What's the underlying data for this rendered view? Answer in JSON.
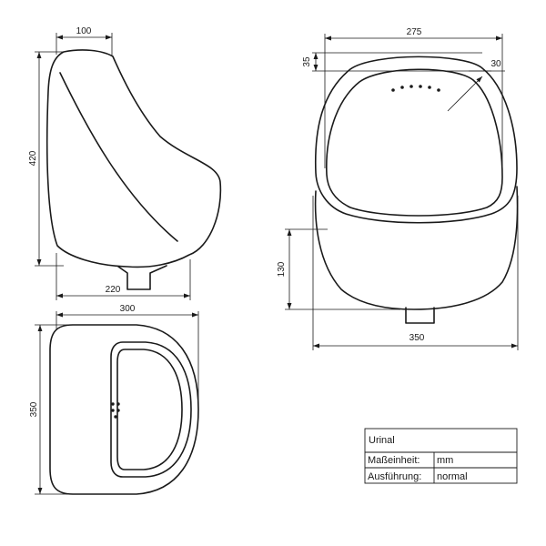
{
  "side_view": {
    "dim_top_depth": "100",
    "dim_height": "420",
    "dim_bottom_depth": "220"
  },
  "front_view": {
    "dim_top_width": "275",
    "dim_top_offset": "35",
    "dim_angle": "30",
    "dim_lower_height": "130",
    "dim_overall_width": "350"
  },
  "top_view": {
    "dim_depth": "300",
    "dim_width": "350"
  },
  "title_block": {
    "title": "Urinal",
    "unit_label": "Maßeinheit:",
    "unit_value": "mm",
    "finish_label": "Ausführung:",
    "finish_value": "normal"
  }
}
